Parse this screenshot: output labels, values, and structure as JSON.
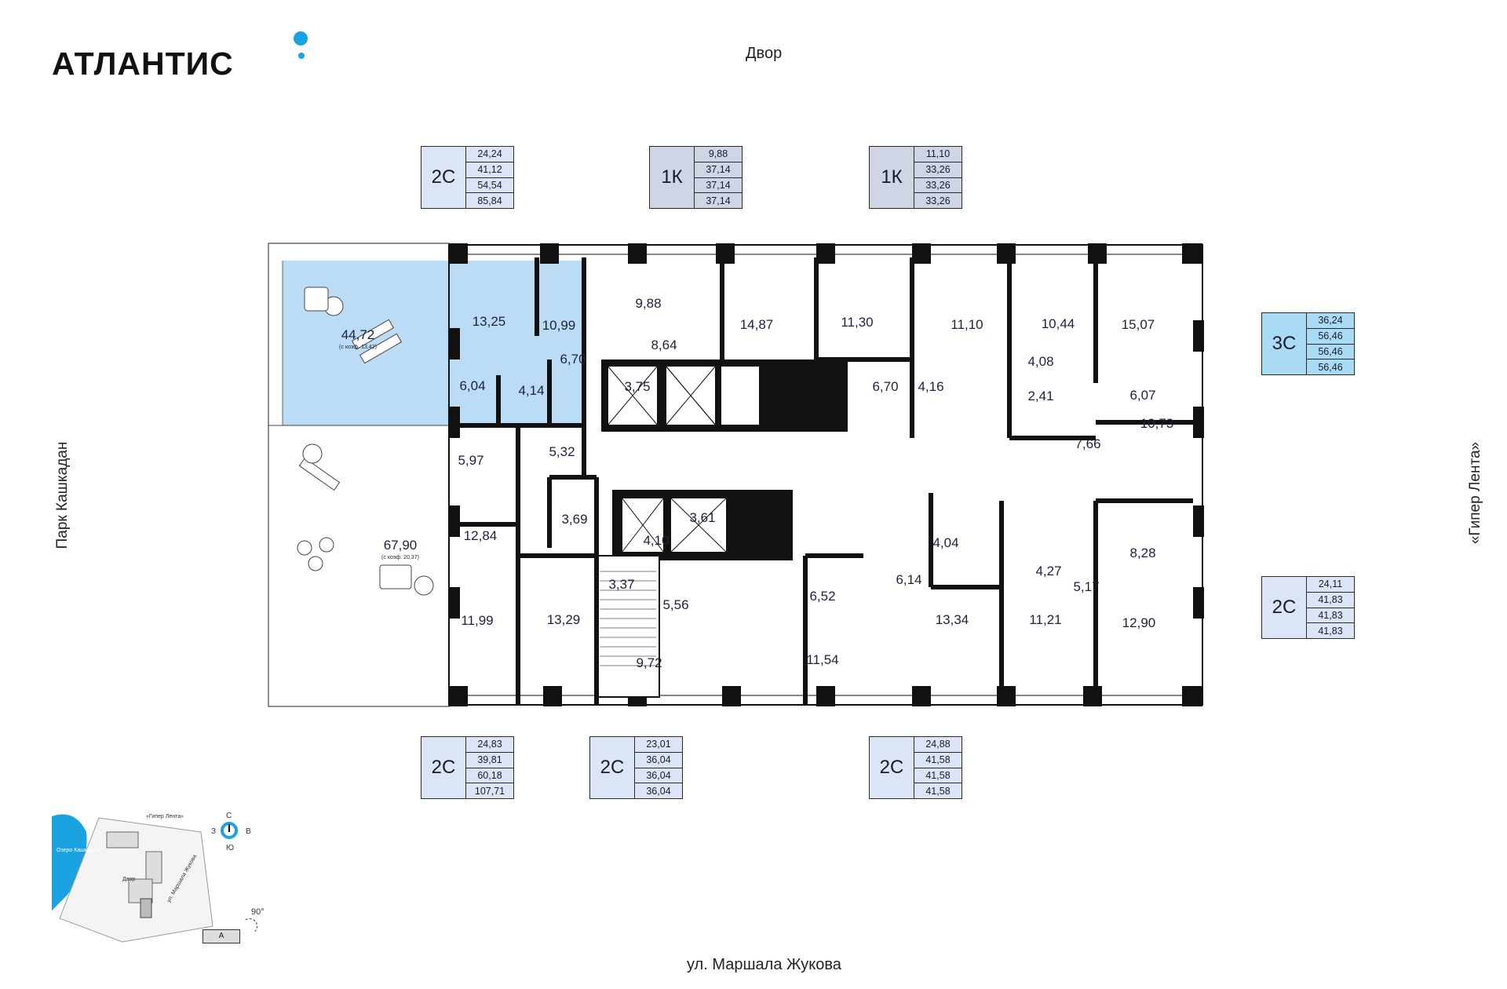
{
  "brand": {
    "name": "АТЛАНТИС"
  },
  "streets": {
    "top": "Двор",
    "bottom": "ул. Маршала Жукова",
    "left": "Парк Кашкадан",
    "right": "«Гипер Лента»"
  },
  "apartments": [
    {
      "id": "top-1",
      "code": "2С",
      "values": [
        "24,24",
        "41,12",
        "54,54",
        "85,84"
      ]
    },
    {
      "id": "top-2",
      "code": "1К",
      "values": [
        "9,88",
        "37,14",
        "37,14",
        "37,14"
      ]
    },
    {
      "id": "top-3",
      "code": "1К",
      "values": [
        "11,10",
        "33,26",
        "33,26",
        "33,26"
      ]
    },
    {
      "id": "right-1",
      "code": "3С",
      "values": [
        "36,24",
        "56,46",
        "56,46",
        "56,46"
      ]
    },
    {
      "id": "right-2",
      "code": "2С",
      "values": [
        "24,11",
        "41,83",
        "41,83",
        "41,83"
      ]
    },
    {
      "id": "bottom-1",
      "code": "2С",
      "values": [
        "24,83",
        "39,81",
        "60,18",
        "107,71"
      ]
    },
    {
      "id": "bottom-2",
      "code": "2С",
      "values": [
        "23,01",
        "36,04",
        "36,04",
        "36,04"
      ]
    },
    {
      "id": "bottom-3",
      "code": "2С",
      "values": [
        "24,88",
        "41,58",
        "41,58",
        "41,58"
      ]
    }
  ],
  "rooms": {
    "terrace_top": "44,72",
    "terrace_top_note": "(с коэф. 13,42)",
    "terrace_bottom": "67,90",
    "terrace_bottom_note": "(с коэф. 20,37)",
    "r13_25": "13,25",
    "r10_99": "10,99",
    "r6_70a": "6,70",
    "r6_04": "6,04",
    "r4_14": "4,14",
    "r9_88": "9,88",
    "r8_64": "8,64",
    "r14_87": "14,87",
    "r3_75": "3,75",
    "r11_30": "11,30",
    "r6_70b": "6,70",
    "r11_10": "11,10",
    "r4_16": "4,16",
    "r10_44": "10,44",
    "r4_08": "4,08",
    "r2_41": "2,41",
    "r15_07": "15,07",
    "r6_07": "6,07",
    "r7_66": "7,66",
    "r10_73": "10,73",
    "r5_97": "5,97",
    "r5_32": "5,32",
    "r3_69": "3,69",
    "r12_84": "12,84",
    "r4_10": "4,10",
    "r3_61": "3,61",
    "r3_37": "3,37",
    "r11_99": "11,99",
    "r13_29": "13,29",
    "r5_56": "5,56",
    "r9_72": "9,72",
    "r6_52": "6,52",
    "r11_54": "11,54",
    "r4_04": "4,04",
    "r6_14": "6,14",
    "r13_34": "13,34",
    "r4_27": "4,27",
    "r5_17": "5,17",
    "r11_21": "11,21",
    "r8_28": "8,28",
    "r12_90": "12,90"
  },
  "minimap": {
    "lake": "Озеро Кашкадан",
    "hyper": "«Гипер Лента»",
    "yard": "Двор",
    "street": "ул. Маршала Жукова",
    "building": "A",
    "rotation": "90°",
    "compass": {
      "n": "С",
      "s": "Ю",
      "w": "З",
      "e": "В"
    }
  },
  "colors": {
    "accent": "#1aa3e0",
    "apt_2c": "#dbe5f6",
    "apt_1k": "#cfd5e5",
    "apt_3c": "#a9dcf4",
    "terrace_highlight": "#bcdcf5",
    "wall": "#111111"
  }
}
